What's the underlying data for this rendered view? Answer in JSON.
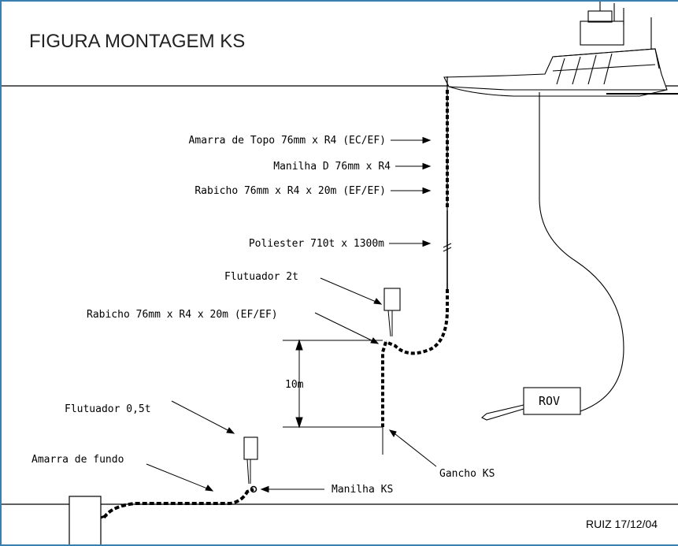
{
  "title": "FIGURA MONTAGEM KS",
  "labels": {
    "amarra_topo": "Amarra de Topo 76mm x R4 (EC/EF)",
    "manilha_d": "Manilha D 76mm x R4",
    "rabicho_upper": "Rabicho 76mm x R4 x 20m (EF/EF)",
    "poliester": "Poliester 710t x 1300m",
    "flutuador_2t": "Flutuador 2t",
    "rabicho_lower": "Rabicho 76mm x R4 x 20m (EF/EF)",
    "dimension_10m": "10m",
    "rov": "ROV",
    "flutuador_05t": "Flutuador 0,5t",
    "amarra_fundo": "Amarra de fundo",
    "manilha_ks": "Manilha KS",
    "gancho_ks": "Gancho KS",
    "signature": "RUIZ 17/12/04"
  },
  "colors": {
    "frame": "#3a7fb0",
    "line": "#000000",
    "background": "#ffffff"
  }
}
